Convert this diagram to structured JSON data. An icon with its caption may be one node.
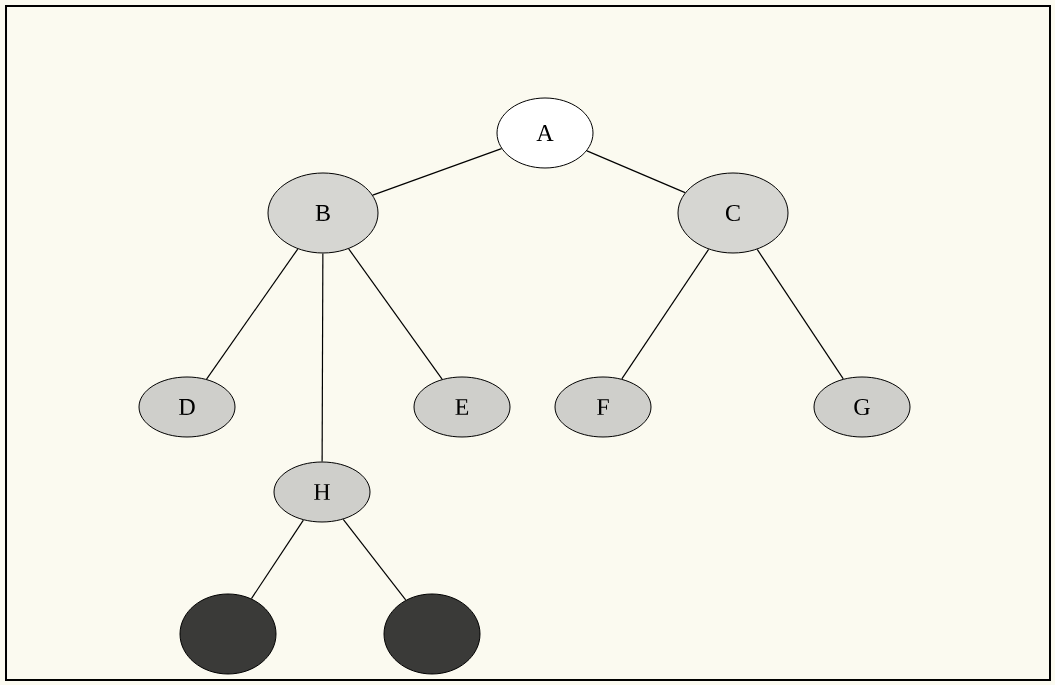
{
  "diagram": {
    "nodes": [
      {
        "text": [
          "A"
        ]
      },
      {
        "text": [
          "B"
        ]
      },
      {
        "text": [
          "C"
        ]
      },
      {
        "text": [
          "D"
        ]
      },
      {
        "text": [
          "E"
        ]
      },
      {
        "text": [
          "F"
        ]
      },
      {
        "text": [
          "G"
        ]
      },
      {
        "text": [
          "H"
        ]
      },
      {
        "text": [],
        "shape": "ellipse"
      },
      {
        "text": [],
        "shape": "ellipse"
      }
    ],
    "edges": [
      {
        "from": 0,
        "to": 1,
        "arrow": "none"
      },
      {
        "from": 0,
        "to": 2,
        "arrow": "none"
      },
      {
        "from": 1,
        "to": 3,
        "arrow": "none"
      },
      {
        "from": 1,
        "to": 7,
        "arrow": "none"
      },
      {
        "from": 1,
        "to": 4,
        "arrow": "none"
      },
      {
        "from": 2,
        "to": 5,
        "arrow": "none"
      },
      {
        "from": 2,
        "to": 6,
        "arrow": "none"
      },
      {
        "from": 7,
        "to": 8,
        "arrow": "none"
      },
      {
        "from": 7,
        "to": 9,
        "arrow": "none"
      }
    ]
  }
}
